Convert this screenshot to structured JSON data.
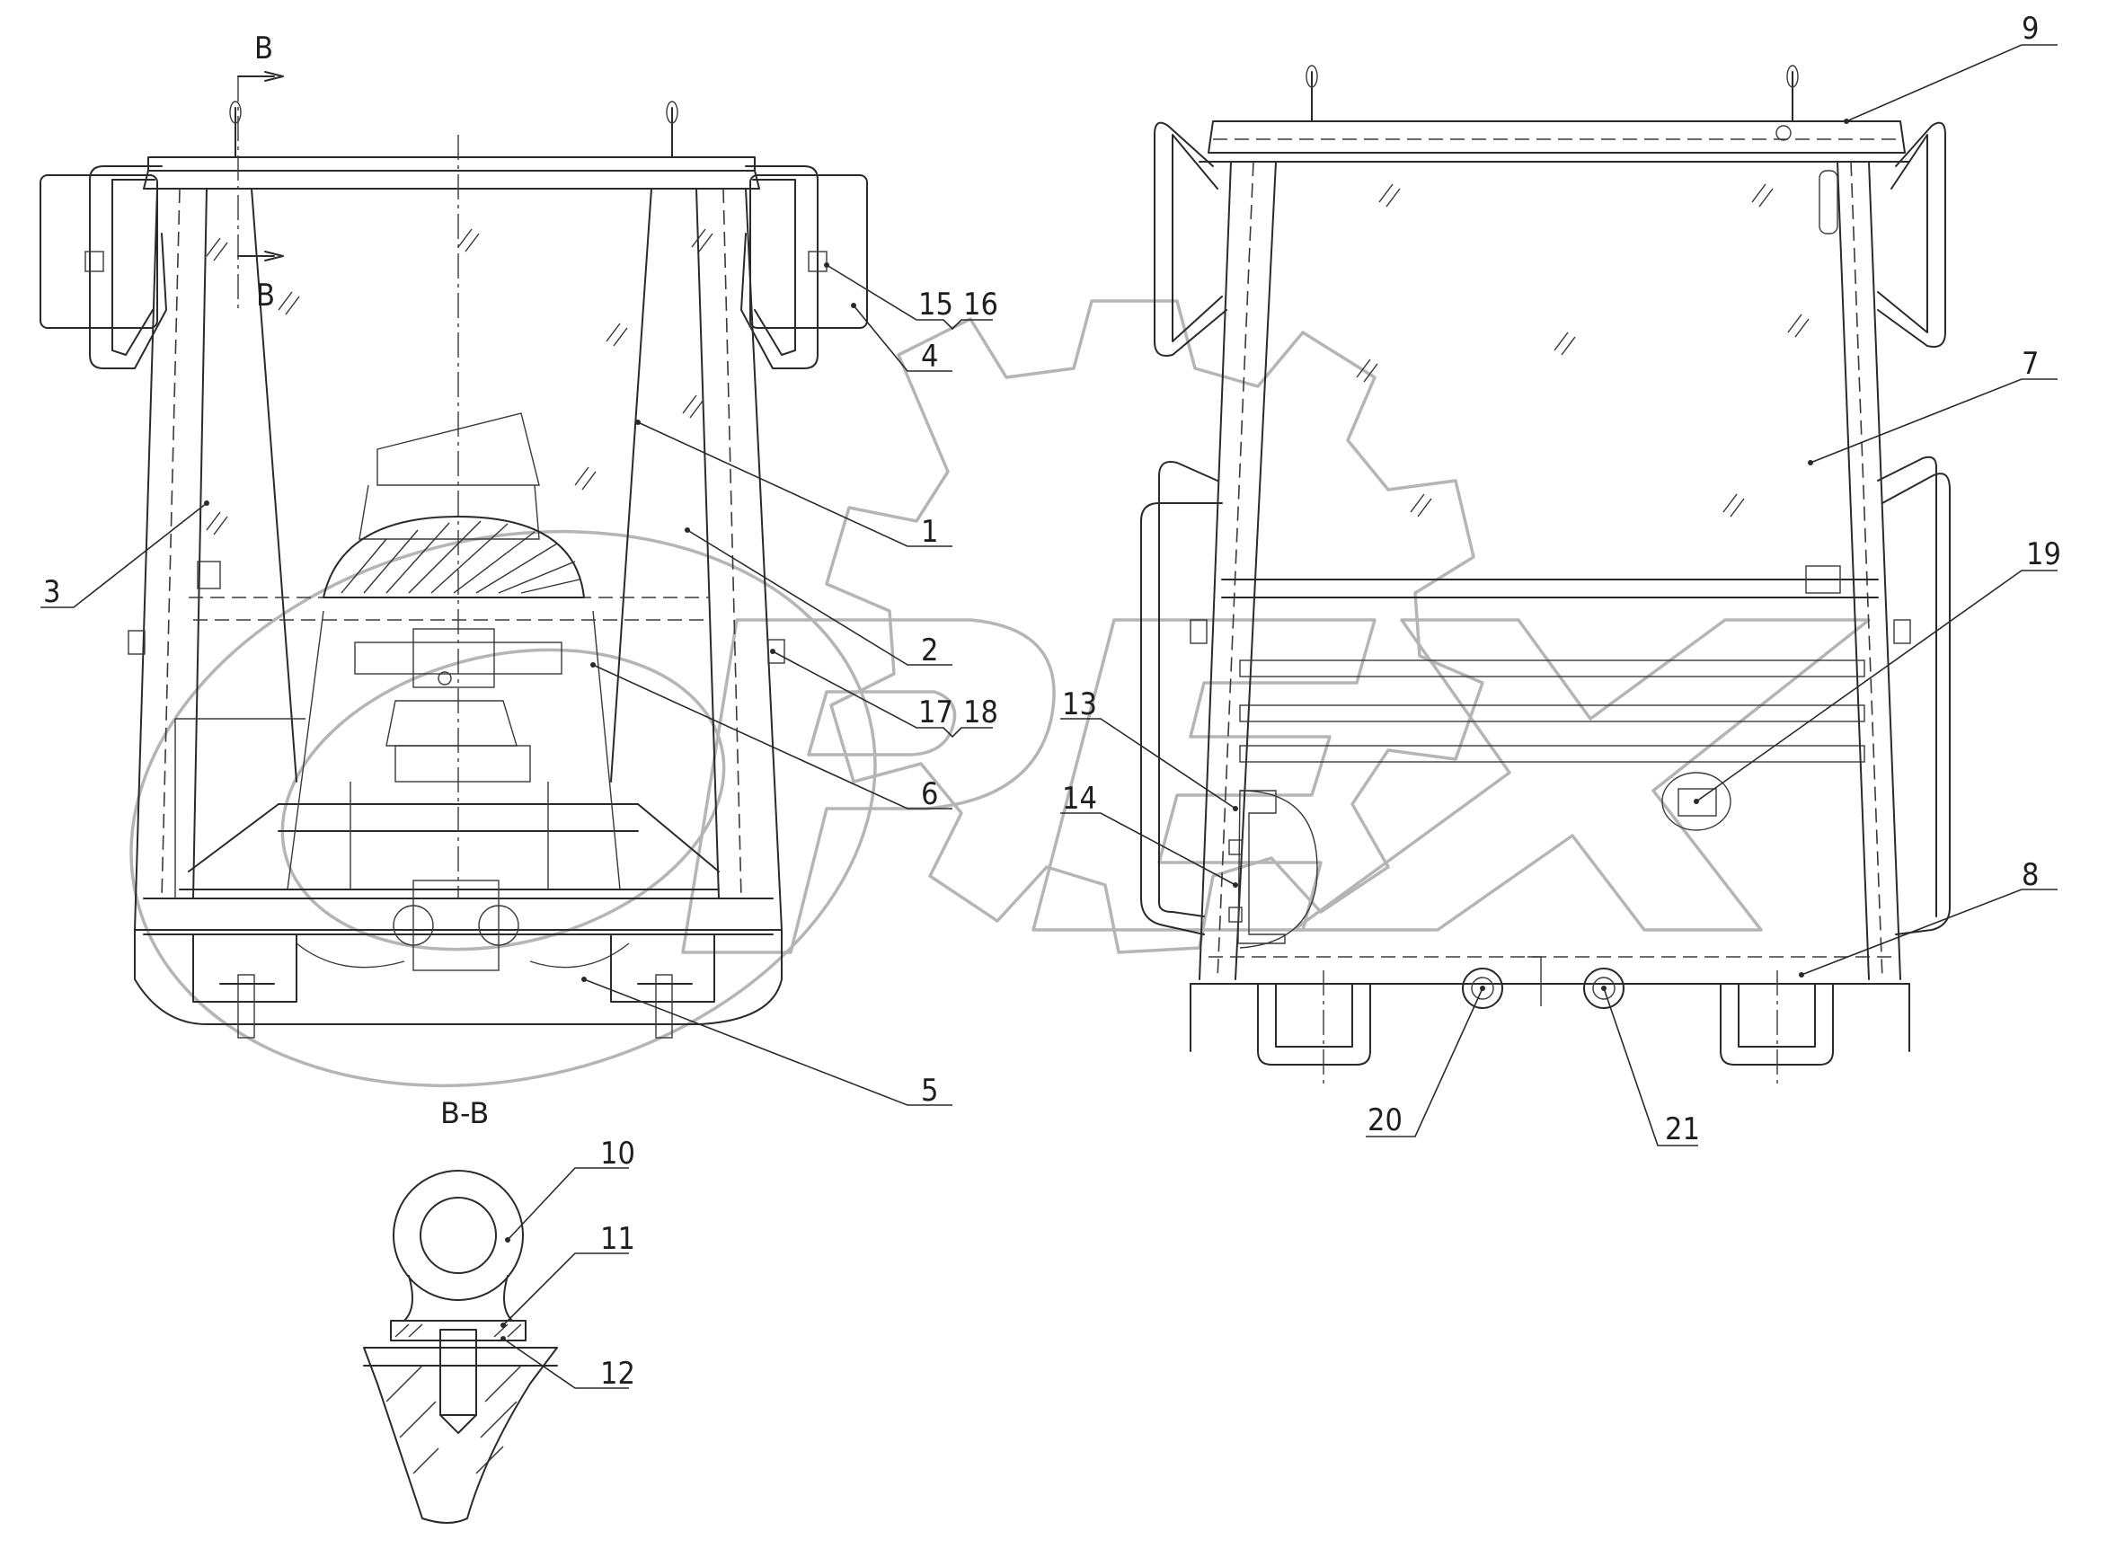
{
  "section_labels": {
    "cut_top": "B",
    "cut_bottom": "B",
    "section_title": "B-B"
  },
  "callouts": {
    "c1": "1",
    "c2": "2",
    "c3": "3",
    "c4": "4",
    "c5": "5",
    "c6": "6",
    "c7": "7",
    "c8": "8",
    "c9": "9",
    "c10": "10",
    "c11": "11",
    "c12": "12",
    "c13": "13",
    "c14": "14",
    "c15": "15",
    "c16": "16",
    "c17": "17",
    "c18": "18",
    "c19": "19",
    "c20": "20",
    "c21": "21"
  },
  "watermark": "OPEX",
  "colors": {
    "line": "#2a2a2a",
    "watermark": "#b5b5b5",
    "background": "#ffffff"
  }
}
